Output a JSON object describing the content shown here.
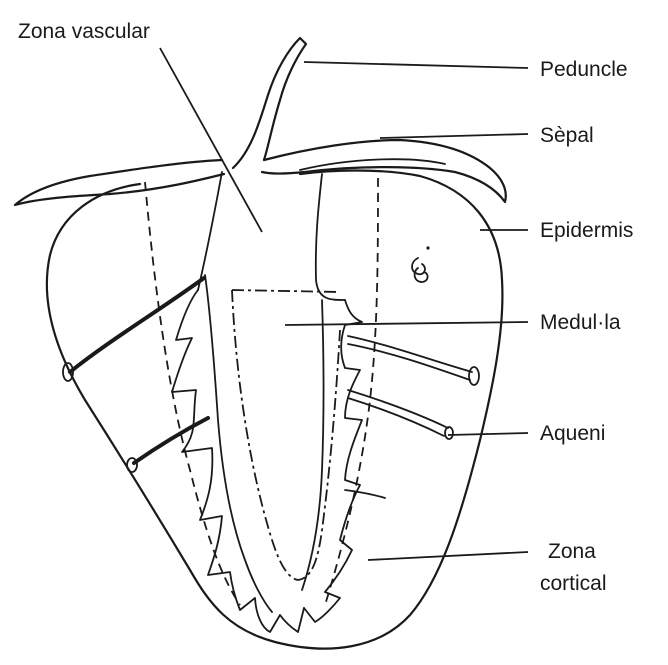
{
  "labels": {
    "zona_vascular": "Zona vascular",
    "peduncle": "Peduncle",
    "sepal": "Sèpal",
    "epidermis": "Epidermis",
    "medulla": "Medul·la",
    "aqueni": "Aqueni",
    "zona_cortical_line1": "Zona",
    "zona_cortical_line2": "cortical"
  }
}
